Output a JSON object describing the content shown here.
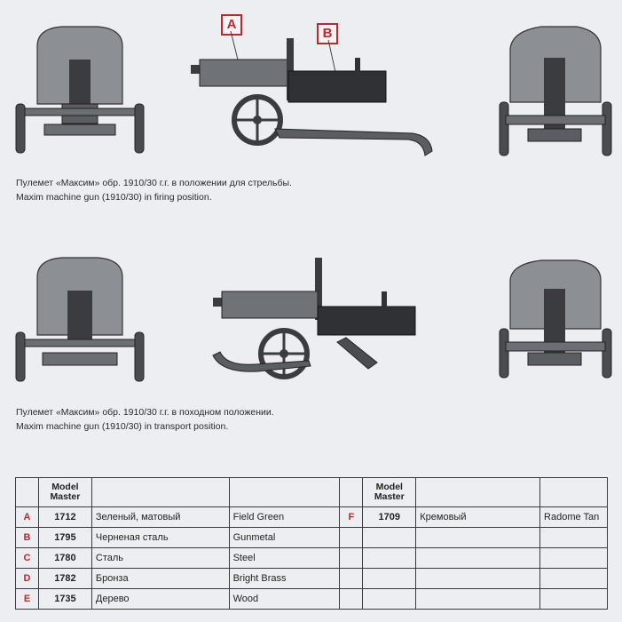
{
  "callouts": {
    "a": "A",
    "b": "B"
  },
  "captions": {
    "firing": {
      "ru": "Пулемет «Максим» обр. 1910/30 г.г. в положении для стрельбы.",
      "en": "Maxim machine gun (1910/30) in firing position."
    },
    "transport": {
      "ru": "Пулемет «Максим» обр. 1910/30 г.г. в походном положении.",
      "en": "Maxim machine gun (1910/30) in transport position."
    }
  },
  "table": {
    "header": "Model Master",
    "left_rows": [
      {
        "letter": "A",
        "code": "1712",
        "ru": "Зеленый, матовый",
        "en": "Field Green"
      },
      {
        "letter": "B",
        "code": "1795",
        "ru": "Черненая сталь",
        "en": "Gunmetal"
      },
      {
        "letter": "C",
        "code": "1780",
        "ru": "Сталь",
        "en": "Steel"
      },
      {
        "letter": "D",
        "code": "1782",
        "ru": "Бронза",
        "en": "Bright Brass"
      },
      {
        "letter": "E",
        "code": "1735",
        "ru": "Дерево",
        "en": "Wood"
      }
    ],
    "right_rows": [
      {
        "letter": "F",
        "code": "1709",
        "ru": "Кремовый",
        "en": "Radome Tan"
      }
    ]
  },
  "colors": {
    "accent_red": "#c0282d",
    "shield_gray": "#8c8f93",
    "gun_dark": "#2f3134",
    "line": "#3a3a3a"
  }
}
